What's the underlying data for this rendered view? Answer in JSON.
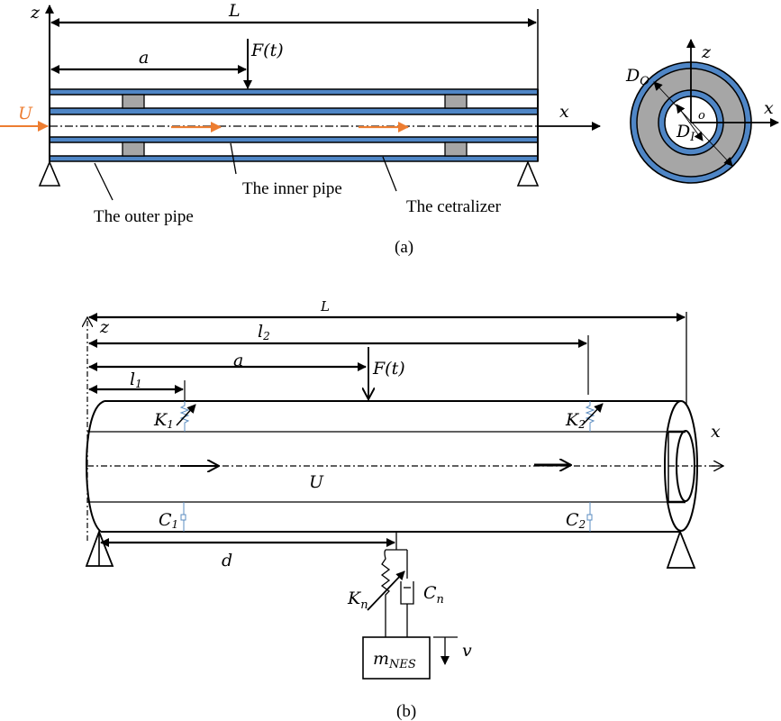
{
  "figure_a": {
    "caption": "(a)",
    "axis_z": "z",
    "axis_x": "x",
    "length_label": "L",
    "force_position_label": "a",
    "force_label": "F(t)",
    "flow_label": "U",
    "labels": {
      "outer_pipe": "The outer pipe",
      "inner_pipe": "The inner pipe",
      "centralizer": "The cetralizer"
    },
    "cross_section": {
      "axis_z": "z",
      "axis_x": "x",
      "origin": "o",
      "outer_diameter": "D",
      "outer_diameter_sub": "O",
      "inner_diameter": "D",
      "inner_diameter_sub": "I"
    },
    "colors": {
      "pipe_wall": "#4f86c6",
      "centralizer": "#a6a6a6",
      "flow_arrow": "#ed7d31",
      "outline": "#000000"
    }
  },
  "figure_b": {
    "caption": "(b)",
    "axis_z": "z",
    "axis_x": "x",
    "length_label": "L",
    "l2_label": "l",
    "l2_sub": "2",
    "a_label": "a",
    "l1_label": "l",
    "l1_sub": "1",
    "force_label": "F(t)",
    "flow_label": "U",
    "k1_label": "K",
    "k1_sub": "1",
    "k2_label": "K",
    "k2_sub": "2",
    "c1_label": "C",
    "c1_sub": "1",
    "c2_label": "C",
    "c2_sub": "2",
    "d_label": "d",
    "kn_label": "K",
    "kn_sub": "n",
    "cn_label": "C",
    "cn_sub": "n",
    "mass_label": "m",
    "mass_sub": "NES",
    "displacement_label": "v",
    "colors": {
      "spring": "#5b8cc0",
      "outline": "#000000"
    }
  }
}
